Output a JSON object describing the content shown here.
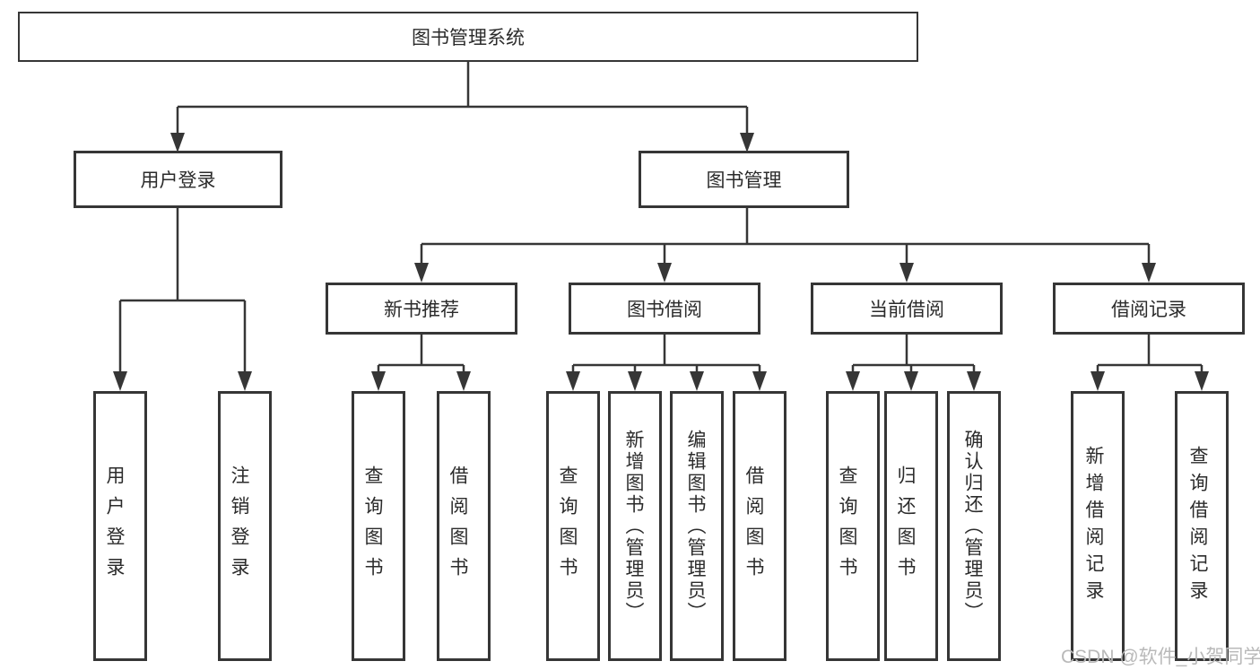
{
  "tree": {
    "root": "图书管理系统",
    "branches": [
      {
        "label": "用户登录",
        "children": [
          {
            "label": "用户登录"
          },
          {
            "label": "注销登录"
          }
        ]
      },
      {
        "label": "图书管理",
        "children": [
          {
            "label": "新书推荐",
            "children": [
              {
                "label": "查询图书"
              },
              {
                "label": "借阅图书"
              }
            ]
          },
          {
            "label": "图书借阅",
            "children": [
              {
                "label": "查询图书"
              },
              {
                "label": "新增图书（管理员）"
              },
              {
                "label": "编辑图书（管理员）"
              },
              {
                "label": "借阅图书"
              }
            ]
          },
          {
            "label": "当前借阅",
            "children": [
              {
                "label": "查询图书"
              },
              {
                "label": "归还图书"
              },
              {
                "label": "确认归还（管理员）"
              }
            ]
          },
          {
            "label": "借阅记录",
            "children": [
              {
                "label": "新增借阅记录"
              },
              {
                "label": "查询借阅记录"
              }
            ]
          }
        ]
      }
    ]
  },
  "watermark": "CSDN @软件_小贺同学",
  "colors": {
    "line": "#363636",
    "text": "#2b2b2b",
    "watermark": "#b9b9b9",
    "background": "#ffffff"
  }
}
